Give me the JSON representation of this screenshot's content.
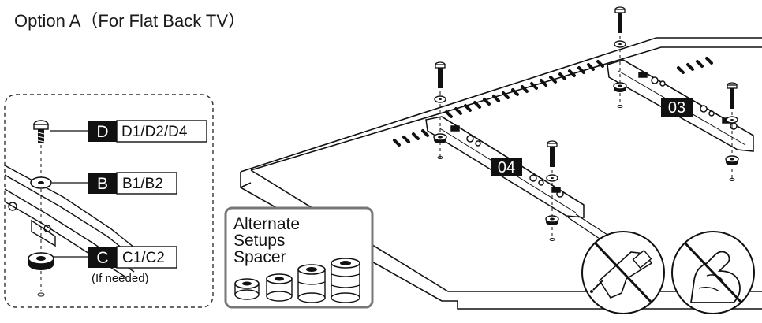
{
  "title": "Option A（For Flat Back TV）",
  "parts": [
    {
      "letter": "D",
      "codes": "D1/D2/D4"
    },
    {
      "letter": "B",
      "codes": "B1/B2"
    },
    {
      "letter": "C",
      "codes": "C1/C2"
    }
  ],
  "if_needed_note": "(If needed)",
  "alternate_box": {
    "line1": "Alternate",
    "line2": "Setups",
    "line3": "Spacer"
  },
  "bracket_labels": {
    "right": "03",
    "left": "04"
  },
  "warnings": [
    {
      "icon": "no-power-drill-icon"
    },
    {
      "icon": "no-overtighten-icon"
    }
  ]
}
